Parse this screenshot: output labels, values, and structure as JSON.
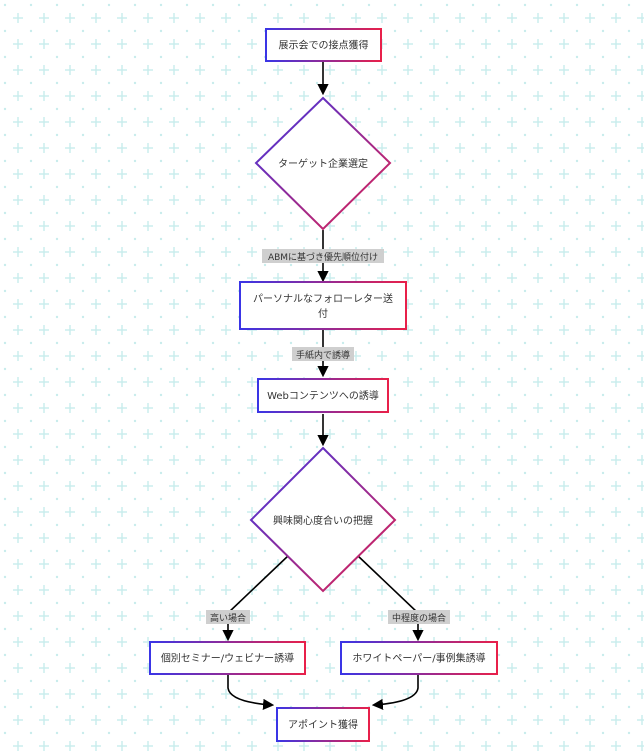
{
  "colors": {
    "background": "#ffffff",
    "grid_dot": "#c8ecec",
    "grid_plus": "#c8ecec",
    "gradient_start": "#3a35e6",
    "gradient_end": "#e8204a",
    "edge": "#000000",
    "label_bg": "#cfcfcf",
    "text": "#333333"
  },
  "nodes": {
    "n1": {
      "text": "展示会での接点獲得",
      "shape": "rect"
    },
    "n2": {
      "text": "ターゲット企業選定",
      "shape": "diamond"
    },
    "n3": {
      "line1": "パーソナルなフォローレター送",
      "line2": "付",
      "shape": "rect"
    },
    "n4": {
      "text": "Webコンテンツへの誘導",
      "shape": "rect"
    },
    "n5": {
      "text": "興味関心度合いの把握",
      "shape": "diamond"
    },
    "n6": {
      "text": "個別セミナー/ウェビナー誘導",
      "shape": "rect"
    },
    "n7": {
      "text": "ホワイトペーパー/事例集誘導",
      "shape": "rect"
    },
    "n8": {
      "text": "アポイント獲得",
      "shape": "rect"
    }
  },
  "edges": {
    "e2_3": {
      "label": "ABMに基づき優先順位付け"
    },
    "e3_4": {
      "label": "手紙内で誘導"
    },
    "e5_6": {
      "label": "高い場合"
    },
    "e5_7": {
      "label": "中程度の場合"
    }
  }
}
